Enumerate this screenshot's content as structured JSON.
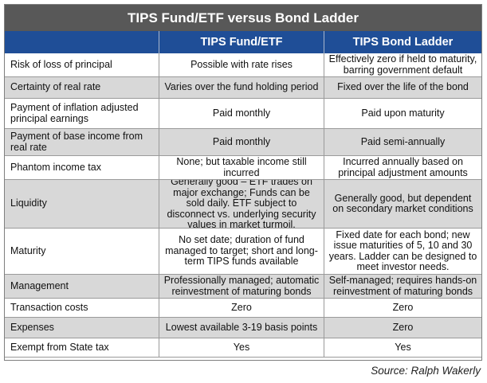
{
  "title": "TIPS Fund/ETF versus Bond Ladder",
  "columns": [
    "",
    "TIPS Fund/ETF",
    "TIPS Bond Ladder"
  ],
  "rows": [
    {
      "label": "Risk of loss of principal",
      "fund": "Possible with rate rises",
      "ladder": "Effectively zero if held to maturity, barring government default"
    },
    {
      "label": "Certainty of real rate",
      "fund": "Varies over the fund holding period",
      "ladder": "Fixed over the life of the bond"
    },
    {
      "label": "Payment of inflation adjusted principal earnings",
      "fund": "Paid monthly",
      "ladder": "Paid upon maturity"
    },
    {
      "label": "Payment of base income from real rate",
      "fund": "Paid monthly",
      "ladder": "Paid semi-annually"
    },
    {
      "label": "Phantom income tax",
      "fund": "None; but taxable income still incurred",
      "ladder": "Incurred annually based on principal adjustment amounts"
    },
    {
      "label": "Liquidity",
      "fund": "Generally good – ETF trades on major exchange; Funds can be sold daily. ETF subject to disconnect vs. underlying security values in market turmoil.",
      "ladder": "Generally good, but dependent on secondary market conditions"
    },
    {
      "label": "Maturity",
      "fund": "No set date; duration of fund managed to target; short and long-term TIPS funds available",
      "ladder": "Fixed date for each bond; new issue maturities of 5, 10 and 30 years. Ladder can be designed to meet investor needs."
    },
    {
      "label": "Management",
      "fund": "Professionally managed; automatic reinvestment of maturing bonds",
      "ladder": "Self-managed; requires hands-on reinvestment of maturing bonds"
    },
    {
      "label": "Transaction costs",
      "fund": "Zero",
      "ladder": "Zero"
    },
    {
      "label": "Expenses",
      "fund": "Lowest available 3-19 basis points",
      "ladder": "Zero"
    },
    {
      "label": "Exempt from State tax",
      "fund": "Yes",
      "ladder": "Yes"
    }
  ],
  "source": "Source: Ralph Wakerly"
}
